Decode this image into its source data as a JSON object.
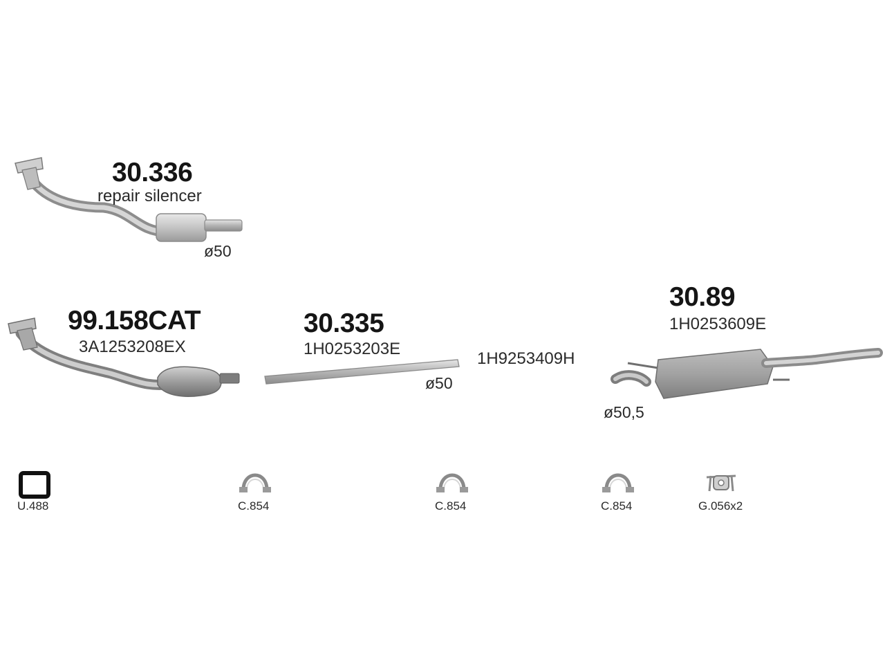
{
  "parts": [
    {
      "code": "30.336",
      "description": "repair silencer",
      "diameter": "ø50"
    },
    {
      "code": "99.158CAT",
      "oem": "3A1253208EX"
    },
    {
      "code": "30.335",
      "oem": "1H0253203E",
      "diameter": "ø50"
    },
    {
      "oem": "1H9253409H"
    },
    {
      "code": "30.89",
      "oem": "1H0253609E",
      "diameter": "ø50,5"
    }
  ],
  "accessories": [
    {
      "label": "U.488",
      "icon": "gasket-icon"
    },
    {
      "label": "C.854",
      "icon": "clamp-icon"
    },
    {
      "label": "C.854",
      "icon": "clamp-icon"
    },
    {
      "label": "C.854",
      "icon": "clamp-icon"
    },
    {
      "label": "G.056x2",
      "icon": "rubber-mount-icon"
    }
  ],
  "colors": {
    "metal_dark": "#8a8a8a",
    "metal_mid": "#b5b5b5",
    "metal_light": "#dcdcdc",
    "text": "#1a1a1a"
  }
}
